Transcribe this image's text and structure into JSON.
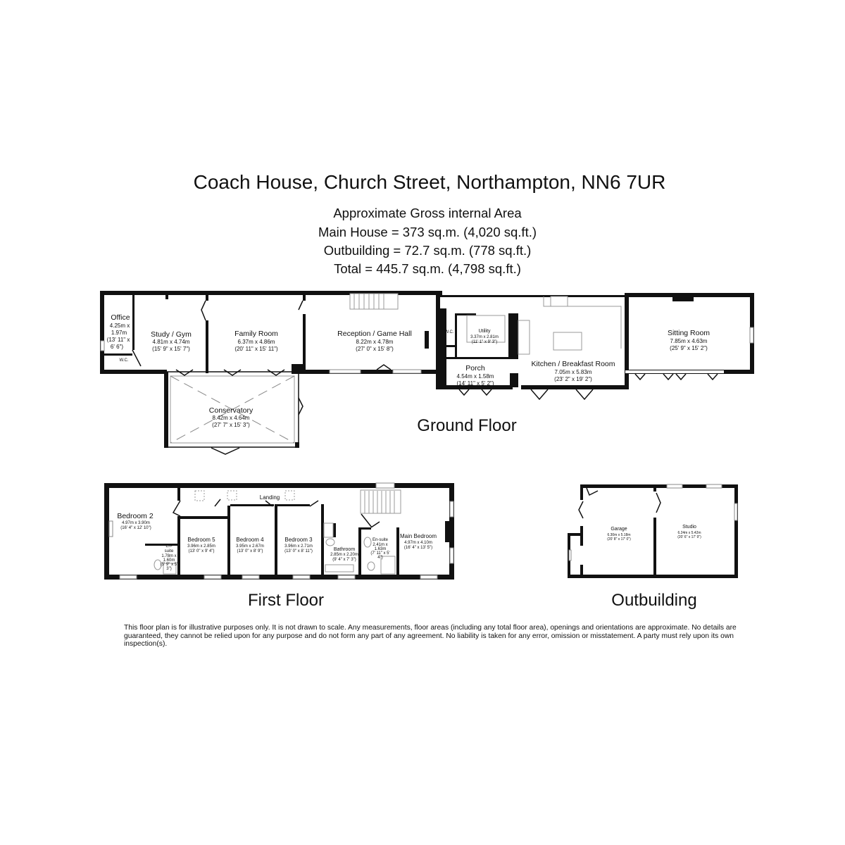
{
  "title": "Coach House, Church Street, Northampton, NN6 7UR",
  "area": {
    "heading": "Approximate Gross internal Area",
    "main_house": "Main House = 373 sq.m. (4,020 sq.ft.)",
    "outbuilding": "Outbuilding = 72.7 sq.m. (778 sq.ft.)",
    "total": "Total = 445.7 sq.m. (4,798 sq.ft.)"
  },
  "floors": {
    "ground": "Ground Floor",
    "first": "First Floor",
    "outbuilding": "Outbuilding"
  },
  "ground": {
    "office": [
      "Office",
      "4.25m x",
      "1.97m",
      "(13' 11\" x",
      "6' 6\")"
    ],
    "wc1": "W.C.",
    "study": [
      "Study / Gym",
      "4.81m x 4.74m",
      "(15' 9\" x 15' 7\")"
    ],
    "family": [
      "Family Room",
      "6.37m x 4.86m",
      "(20' 11\" x 15' 11\")"
    ],
    "reception": [
      "Reception / Game Hall",
      "8.22m x 4.78m",
      "(27' 0\" x 15' 8\")"
    ],
    "conservatory": [
      "Conservatory",
      "8.42m x 4.64m",
      "(27' 7\" x 15' 3\")"
    ],
    "wc2": "W.C.",
    "utility": [
      "Utility",
      "3.37m x 2.81m",
      "(11' 1\" x 9' 3\")"
    ],
    "porch": [
      "Porch",
      "4.54m x 1.58m",
      "(14' 11\" x 5' 2\")"
    ],
    "kitchen": [
      "Kitchen / Breakfast Room",
      "7.05m x 5.83m",
      "(23' 2\" x 19' 2\")"
    ],
    "sitting": [
      "Sitting Room",
      "7.85m x 4.63m",
      "(25' 9\" x 15' 2\")"
    ]
  },
  "first": {
    "bedroom2": [
      "Bedroom 2",
      "4.97m x 3.90m",
      "(16' 4\" x 12' 10\")"
    ],
    "ensuite1": [
      "En-",
      "suite",
      "1.78m x",
      "1.60m",
      "(5' 9\" x 5'",
      "3\")"
    ],
    "landing": "Landing",
    "bedroom5": [
      "Bedroom 5",
      "3.96m x 2.85m",
      "(13' 0\" x 9' 4\")"
    ],
    "bedroom4": [
      "Bedroom 4",
      "3.95m x 2.67m",
      "(13' 0\" x 8' 9\")"
    ],
    "bedroom3": [
      "Bedroom 3",
      "3.96m x 2.71m",
      "(13' 0\" x 8' 11\")"
    ],
    "bathroom": [
      "Bathroom",
      "2.85m x 2.20m",
      "(9' 4\" x 7' 3\")"
    ],
    "ensuite2": [
      "En-suite",
      "2.41m x",
      "1.63m",
      "(7' 11\" x 5'",
      "4\")"
    ],
    "main": [
      "Main Bedroom",
      "4.97m x 4.10m",
      "(16' 4\" x 13' 5\")"
    ]
  },
  "outbuilding": {
    "garage": [
      "Garage",
      "6.30m x 5.18m",
      "(20' 8\" x 17' 0\")"
    ],
    "studio": [
      "Studio",
      "6.24m x 5.42m",
      "(20' 6\" x 17' 9\")"
    ]
  },
  "disclaimer": "This floor plan is for illustrative purposes only. It is not drawn to scale. Any measurements, floor areas (including any total floor area), openings and orientations are approximate. No details are guaranteed, they cannot be relied upon for any purpose and do not form any part of any agreement. No liability is taken for any error, omission or misstatement. A party must rely upon its own inspection(s)."
}
